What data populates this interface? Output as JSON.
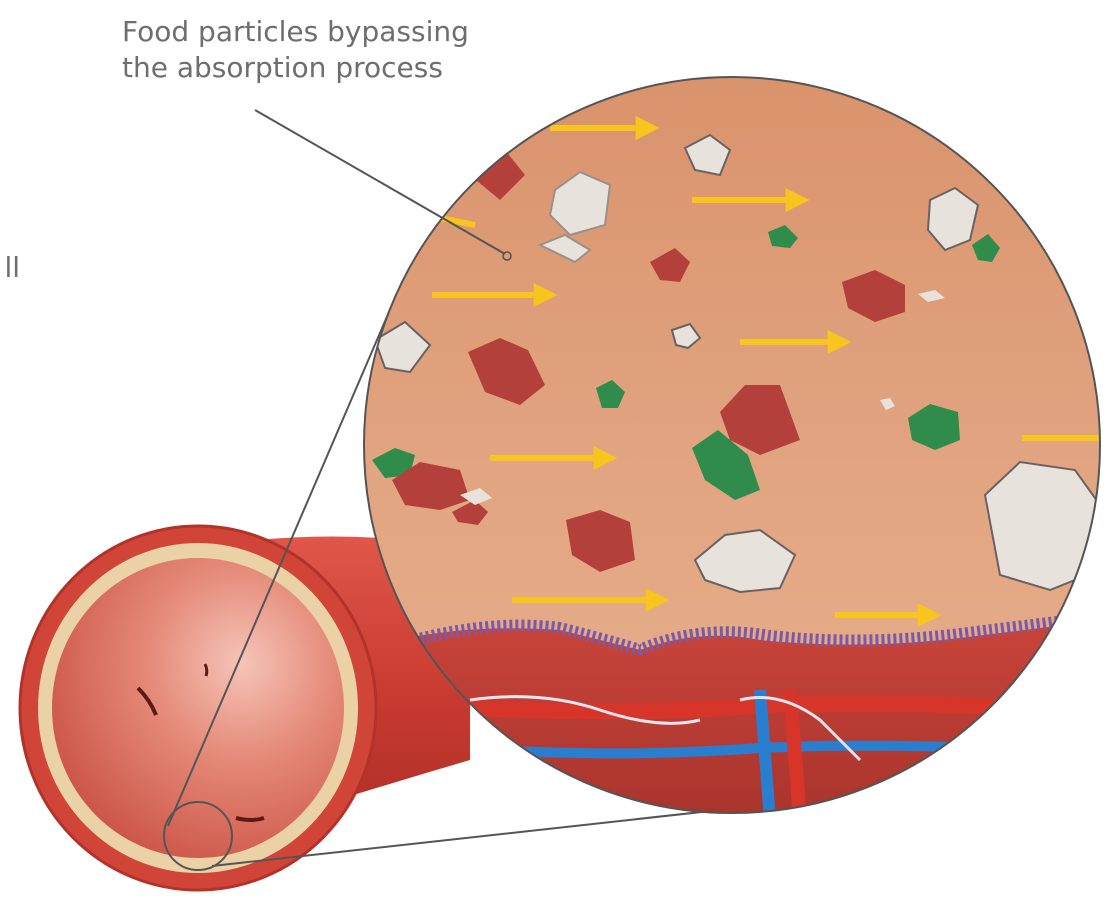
{
  "callout": {
    "line1": "Food particles bypassing",
    "line2": "the absorption process"
  },
  "cropped_edge_text": "ll",
  "colors": {
    "label_text": "#6e6e6e",
    "lumen_background": "#e0a07c",
    "particle_red": "#b4403c",
    "particle_green": "#2f8c4a",
    "particle_white": "#e8e2dc",
    "arrow_yellow": "#f6c51e",
    "villi_purple": "#7a5aa8",
    "intestine_red": "#d2463a",
    "intestine_wall_cream": "#ead1a6",
    "artery_red": "#d8352a",
    "vein_blue": "#2a7ed0"
  }
}
